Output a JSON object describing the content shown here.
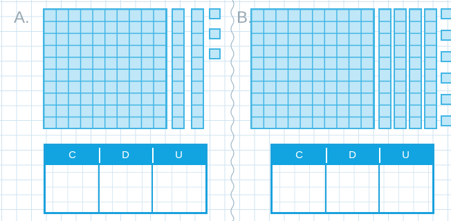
{
  "panels": [
    {
      "label": "A.",
      "blocks": {
        "hundreds": 1,
        "tens": 2,
        "units": 3
      },
      "table": {
        "headers": [
          "C",
          "D",
          "U"
        ],
        "cells": [
          "",
          "",
          ""
        ]
      }
    },
    {
      "label": "B.",
      "blocks": {
        "hundreds": 1,
        "tens": 4,
        "units": 6
      },
      "table": {
        "headers": [
          "C",
          "D",
          "U"
        ],
        "cells": [
          "",
          "",
          ""
        ]
      }
    }
  ],
  "colors": {
    "block_fill": "#bfe7f8",
    "block_line": "#41b5e4",
    "header_bg": "#12a4e0",
    "grid": "#cfe3f1"
  }
}
